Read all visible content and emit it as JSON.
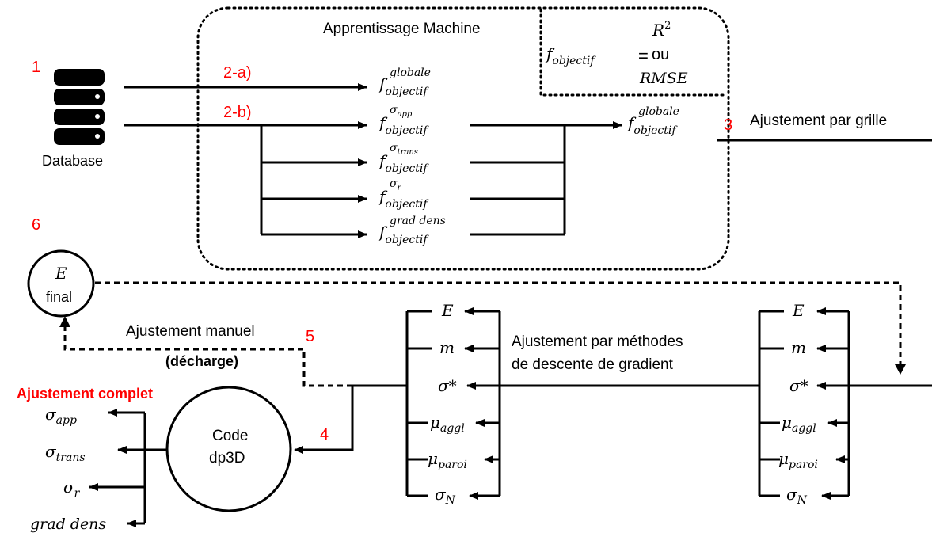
{
  "labels": {
    "step1": "1",
    "step2a": "2-a)",
    "step2b": "2-b)",
    "step3": "3",
    "step4": "4",
    "step5": "5",
    "step6": "6",
    "database": "Database",
    "apprentissage": "Apprentissage Machine",
    "ajustement_grille": "Ajustement par grille",
    "ajustement_manuel": "Ajustement manuel",
    "decharge": "(décharge)",
    "ajustement_complet": "Ajustement complet",
    "descente_line1": "Ajustement par méthodes",
    "descente_line2": "de descente de gradient",
    "code_line1": "Code",
    "code_line2": "dp3D",
    "final_E": "E",
    "final_word": "final"
  },
  "formula": {
    "lhs_base": "f",
    "lhs_sub": "objectif",
    "equals": "=",
    "opt1_base": "R",
    "opt1_sup": "2",
    "opt2": "ou",
    "opt3": "RMSE"
  },
  "objectives": {
    "base": "f",
    "sub": "objectif",
    "sup_globale": "globale",
    "sigma": "σ",
    "sup_app": "app",
    "sup_trans": "trans",
    "sup_r": "r",
    "sup_grad_dens": "grad dens"
  },
  "params": {
    "E": "E",
    "m": "m",
    "sigma_star": "σ*",
    "mu": "μ",
    "aggl": "aggl",
    "paroi": "paroi",
    "sigma": "σ",
    "N": "N"
  },
  "outputs": {
    "sigma": "σ",
    "app": "app",
    "trans": "trans",
    "r": "r",
    "grad_dens": "grad dens"
  },
  "colors": {
    "accent": "#ff0000",
    "line": "#000000"
  }
}
